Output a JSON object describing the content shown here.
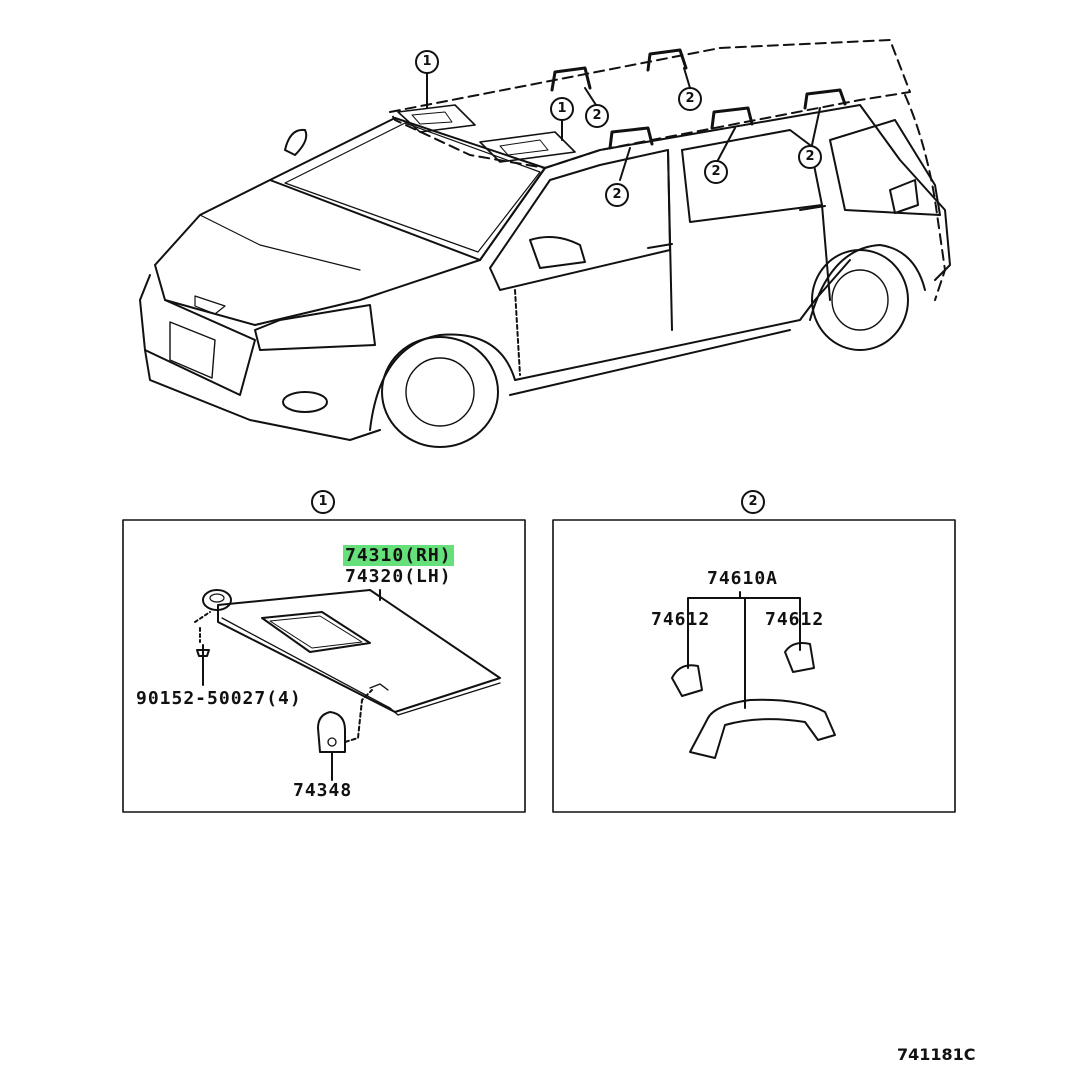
{
  "colors": {
    "line": "#111111",
    "highlight": "#66e07a",
    "background": "#ffffff"
  },
  "callouts": {
    "sun_visor": "1",
    "assist_grip": "2"
  },
  "panel_1": {
    "header_number": "1",
    "part_rh": "74310",
    "part_rh_side": "(RH)",
    "part_lh": "74320",
    "part_lh_side": "(LH)",
    "screw": "90152-50027(4)",
    "holder": "74348"
  },
  "panel_2": {
    "header_number": "2",
    "grip_assy": "74610A",
    "cover_left": "74612",
    "cover_right": "74612"
  },
  "drawing_ref": "741181C"
}
